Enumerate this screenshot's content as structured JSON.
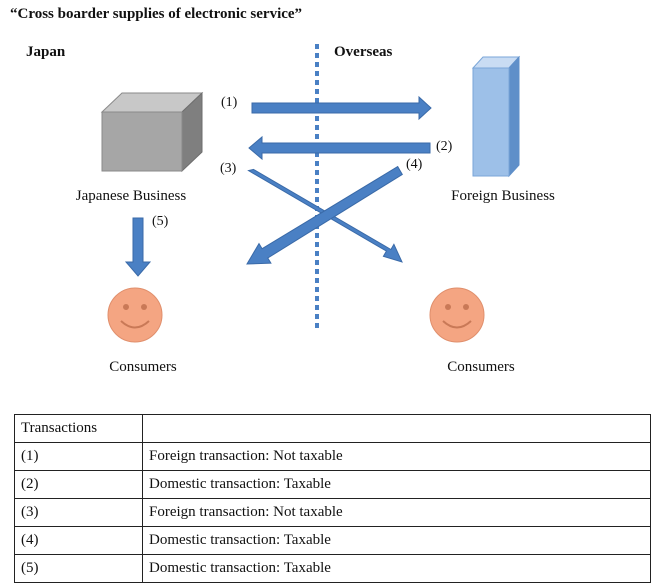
{
  "title": "“Cross boarder supplies of electronic service”",
  "regions": {
    "left": "Japan",
    "right": "Overseas"
  },
  "nodes": {
    "japanese_business": "Japanese Business",
    "foreign_business": "Foreign Business",
    "consumers_left": "Consumers",
    "consumers_right": "Consumers"
  },
  "arrow_labels": [
    "(1)",
    "(2)",
    "(3)",
    "(4)",
    "(5)"
  ],
  "colors": {
    "arrow": "#4a80c4",
    "divider": "#4a80c4",
    "box": "#a6a6a6",
    "tower": "#9dc0e8",
    "face": "#f4a582"
  },
  "table": {
    "header": [
      "Transactions",
      ""
    ],
    "rows": [
      [
        "(1)",
        "Foreign transaction: Not taxable"
      ],
      [
        "(2)",
        "Domestic transaction: Taxable"
      ],
      [
        "(3)",
        "Foreign transaction: Not taxable"
      ],
      [
        "(4)",
        "Domestic transaction: Taxable"
      ],
      [
        "(5)",
        "Domestic transaction: Taxable"
      ]
    ]
  }
}
